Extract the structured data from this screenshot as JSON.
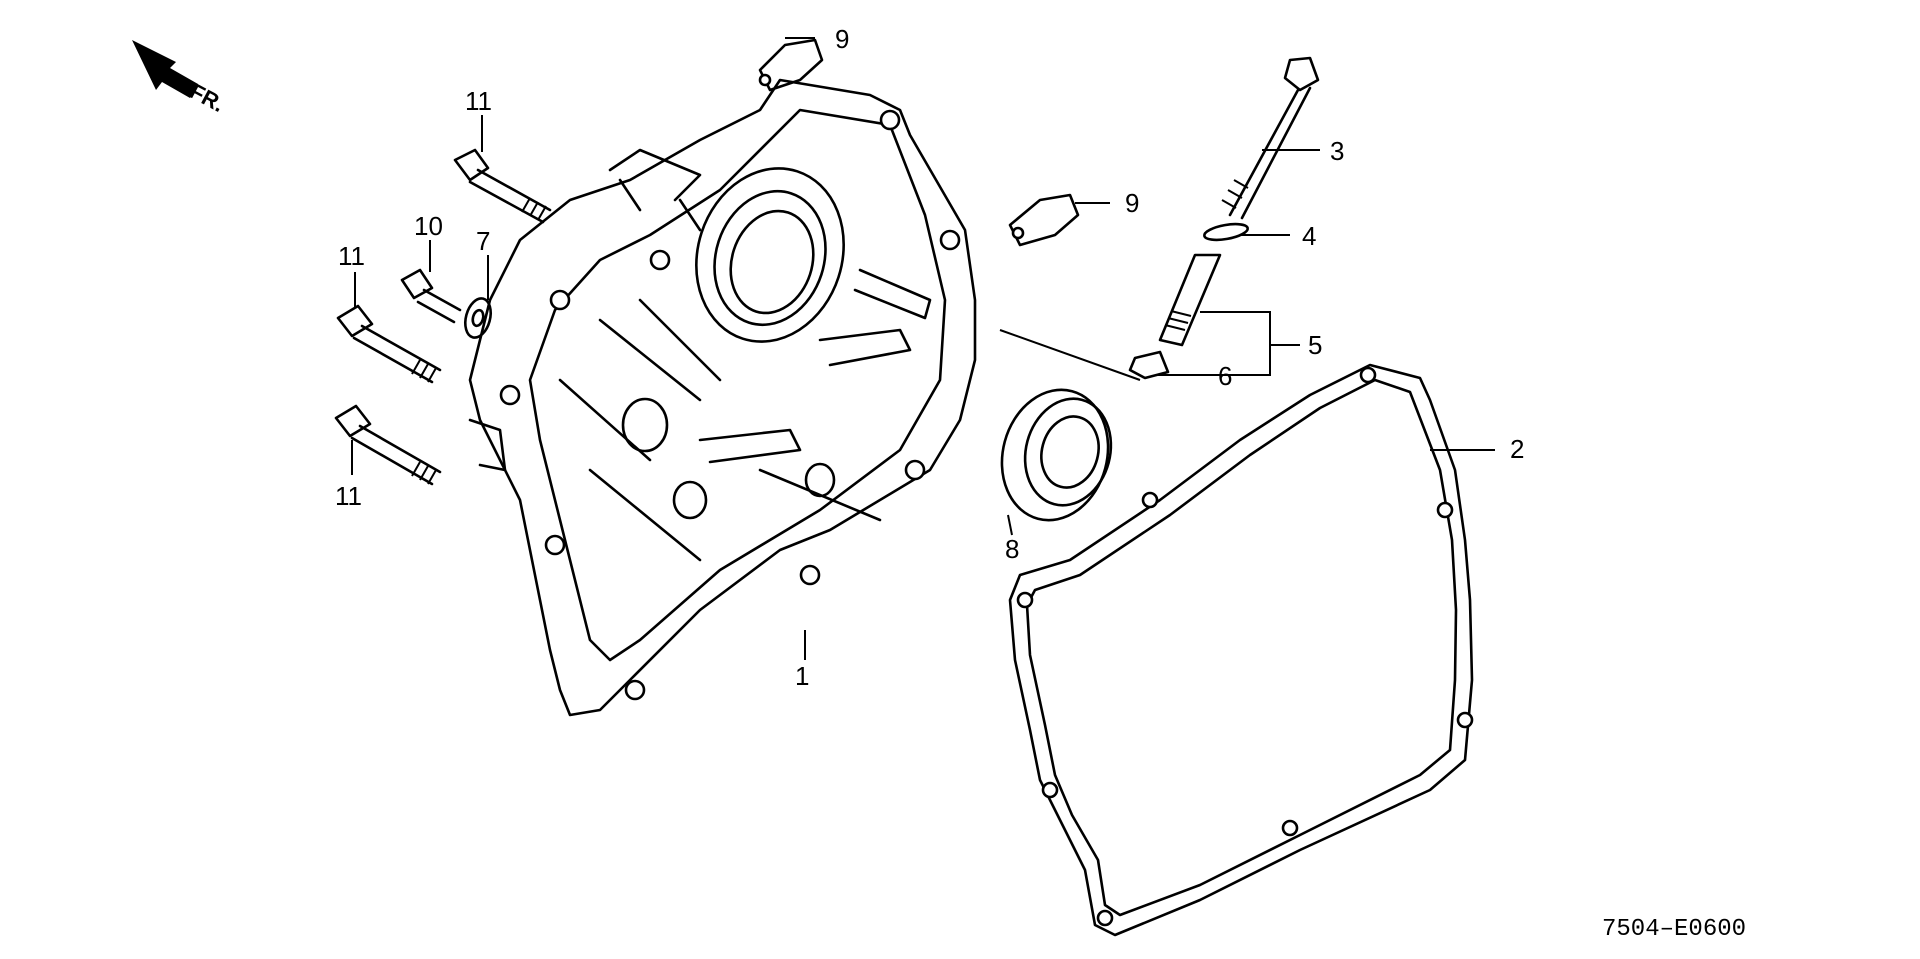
{
  "direction": {
    "label": "FR.",
    "icon": "front-arrow-icon"
  },
  "diagram_code": "7504–E0600",
  "parts": {
    "p1": "1",
    "p2": "2",
    "p3": "3",
    "p4": "4",
    "p5": "5",
    "p6": "6",
    "p7": "7",
    "p8": "8",
    "p9a": "9",
    "p9b": "9",
    "p10": "10",
    "p11a": "11",
    "p11b": "11",
    "p11c": "11"
  }
}
